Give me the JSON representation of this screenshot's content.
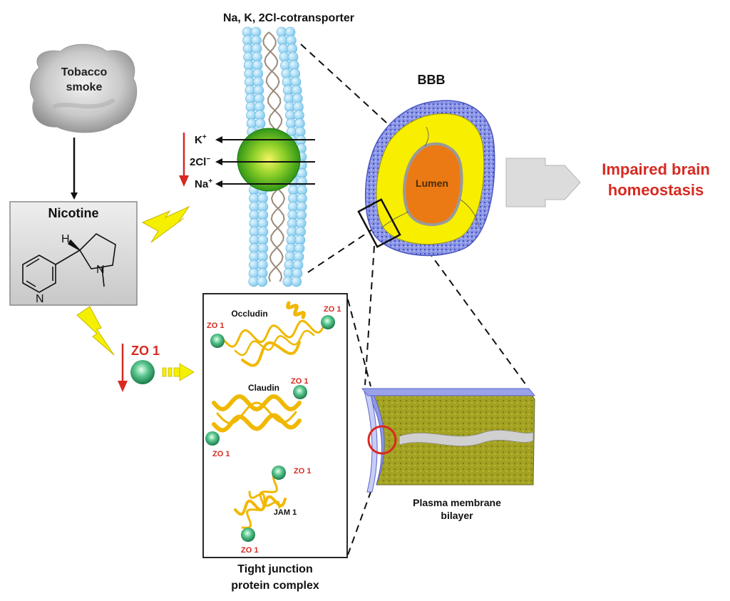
{
  "colors": {
    "membrane": "#9fd6f2",
    "membrane_chain": "#9a8a7a",
    "cotransporter": "#3caa1e",
    "bbb_outer": "#6a78d8",
    "bbb_wall": "#f7ee00",
    "lumen": "#ec7a14",
    "plasma_membrane": "#a8a624",
    "junction_protein": "#f0b800",
    "zo1": "#2aa86a",
    "lightning": "#f4f000",
    "arrow_red": "#d62a22",
    "result_text": "#d62a22"
  },
  "cotransporter": {
    "title": "Na, K, 2Cl-cotransporter",
    "ions": [
      {
        "base": "K",
        "sup": "+"
      },
      {
        "base": "2Cl",
        "sup": "−"
      },
      {
        "base": "Na",
        "sup": "+"
      }
    ],
    "trend": "decrease"
  },
  "tobacco": {
    "line1": "Tobacco",
    "line2": "smoke"
  },
  "nicotine": {
    "title": "Nicotine",
    "atoms": {
      "h": "H",
      "n_ring": "N",
      "n_amine": "N"
    }
  },
  "bbb": {
    "title": "BBB",
    "lumen_label": "Lumen"
  },
  "result": {
    "line1": "Impaired brain",
    "line2": "homeostasis"
  },
  "zo1_effect": {
    "label": "ZO 1",
    "trend": "decrease"
  },
  "tight_junction": {
    "caption_line1": "Tight junction",
    "caption_line2": "protein complex",
    "proteins": [
      "Occludin",
      "Claudin",
      "JAM 1"
    ],
    "zo1_tag": "ZO 1"
  },
  "plasma_membrane": {
    "line1": "Plasma membrane",
    "line2": "bilayer"
  },
  "icons": [
    "lightning-bolt-icon",
    "striped-arrow-icon",
    "block-arrow-icon"
  ]
}
